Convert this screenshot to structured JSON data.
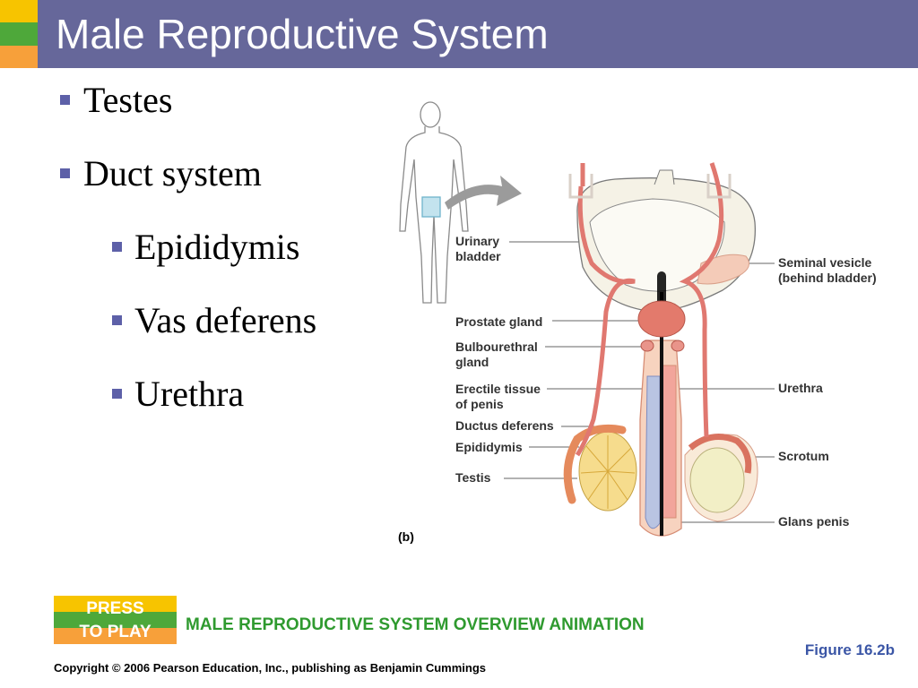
{
  "slide": {
    "title": "Male Reproductive System",
    "colors": {
      "title_bar": "#66679a",
      "corner_top": "#f7c400",
      "corner_middle": "#4ea83a",
      "corner_bottom": "#f7a03a",
      "bullet": "#5d60a8",
      "link": "#2f9a2f",
      "figure_caption": "#3b56a6"
    }
  },
  "bullets": [
    {
      "text": "Testes",
      "level": 1
    },
    {
      "text": "Duct system",
      "level": 1
    },
    {
      "text": "Epididymis",
      "level": 2
    },
    {
      "text": "Vas deferens",
      "level": 2
    },
    {
      "text": "Urethra",
      "level": 2
    }
  ],
  "figure": {
    "panel_label": "(b)",
    "labels": {
      "urinary_bladder": "Urinary\nbladder",
      "prostate_gland": "Prostate gland",
      "bulbourethral_gland": "Bulbourethral\ngland",
      "erectile_tissue": "Erectile tissue\nof penis",
      "ductus_deferens": "Ductus deferens",
      "epididymis": "Epididymis",
      "testis": "Testis",
      "seminal_vesicle": "Seminal vesicle\n(behind bladder)",
      "urethra": "Urethra",
      "scrotum": "Scrotum",
      "glans_penis": "Glans penis"
    },
    "caption": "Figure 16.2b"
  },
  "play_button": {
    "line1": "PRESS",
    "line2": "TO PLAY"
  },
  "animation_link": "MALE REPRODUCTIVE SYSTEM OVERVIEW ANIMATION",
  "copyright": "Copyright © 2006 Pearson Education, Inc., publishing as Benjamin Cummings"
}
